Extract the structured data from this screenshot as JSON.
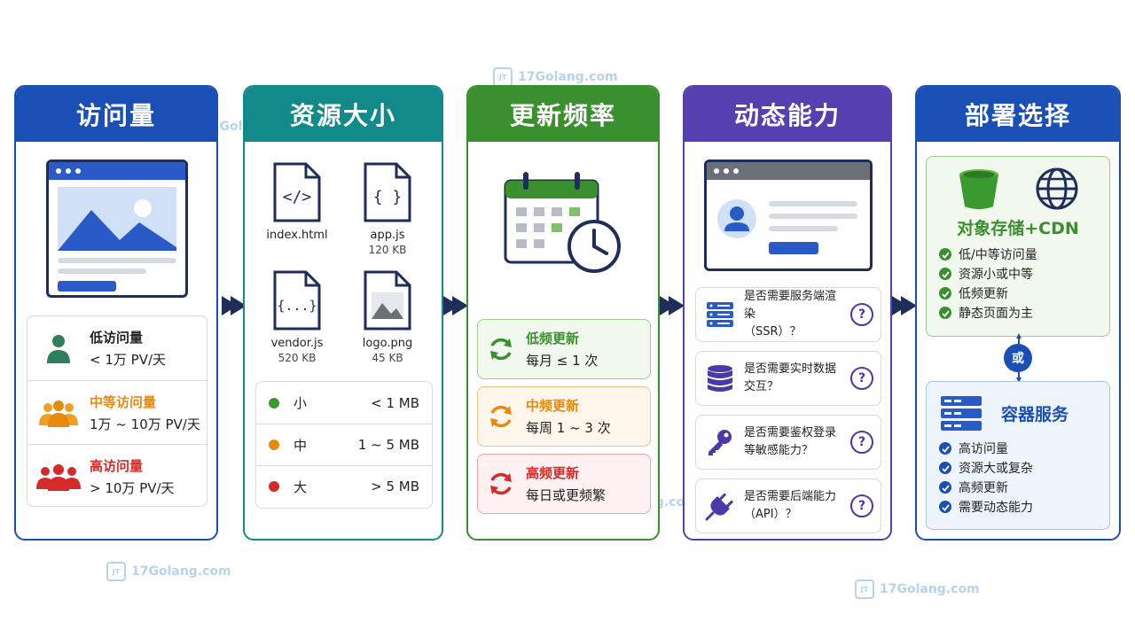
{
  "colors": {
    "blue": "#1a4fb5",
    "teal": "#138a8a",
    "green": "#3a8f2e",
    "purple": "#5440b0",
    "arrow": "#1e2d5a",
    "low": "#2e7d5b",
    "mid": "#e88a10",
    "high": "#d42a2a"
  },
  "watermark": "17Golang.com",
  "watermark_logo": "JT",
  "traffic": {
    "title": "访问量",
    "items": [
      {
        "label": "低访问量",
        "value": "< 1万 PV/天",
        "icon": "person-icon"
      },
      {
        "label": "中等访问量",
        "value": "1万 ~ 10万 PV/天",
        "icon": "people-icon"
      },
      {
        "label": "高访问量",
        "value": "> 10万 PV/天",
        "icon": "crowd-icon"
      }
    ]
  },
  "size": {
    "title": "资源大小",
    "files": [
      {
        "name": "index.html",
        "size": "",
        "glyph": "</>"
      },
      {
        "name": "app.js",
        "size": "120 KB",
        "glyph": "{ }"
      },
      {
        "name": "vendor.js",
        "size": "520 KB",
        "glyph": "{...}"
      },
      {
        "name": "logo.png",
        "size": "45 KB",
        "glyph": ""
      }
    ],
    "levels": [
      {
        "label": "小",
        "range": "< 1 MB",
        "color": "#3a9a2e"
      },
      {
        "label": "中",
        "range": "1 ~ 5 MB",
        "color": "#e88a10"
      },
      {
        "label": "大",
        "range": "> 5 MB",
        "color": "#d42a2a"
      }
    ]
  },
  "frequency": {
    "title": "更新频率",
    "items": [
      {
        "label": "低频更新",
        "value": "每月 ≤ 1 次",
        "color": "#3a8f2e",
        "bg": "#f1f8ee",
        "border": "#9ccf8c"
      },
      {
        "label": "中频更新",
        "value": "每周 1 ~ 3 次",
        "color": "#e88a10",
        "bg": "#fff7ec",
        "border": "#f1c27a"
      },
      {
        "label": "高频更新",
        "value": "每日或更频繁",
        "color": "#d42a2a",
        "bg": "#fff1f1",
        "border": "#eea3a3"
      }
    ]
  },
  "dynamic": {
    "title": "动态能力",
    "questions": [
      {
        "text_1": "是否需要服务端渲染",
        "text_2": "（SSR）？",
        "icon": "server-icon"
      },
      {
        "text_1": "是否需要实时数据",
        "text_2": "交互？",
        "icon": "database-icon"
      },
      {
        "text_1": "是否需要鉴权登录",
        "text_2": "等敏感能力？",
        "icon": "key-icon"
      },
      {
        "text_1": "是否需要后端能力",
        "text_2": "（API）？",
        "icon": "plug-icon"
      }
    ],
    "qmark": "?"
  },
  "deploy": {
    "title": "部署选择",
    "or": "或",
    "storage": {
      "title": "对象存储+CDN",
      "items": [
        "低/中等访问量",
        "资源小或中等",
        "低频更新",
        "静态页面为主"
      ]
    },
    "container": {
      "title": "容器服务",
      "items": [
        "高访问量",
        "资源大或复杂",
        "高频更新",
        "需要动态能力"
      ]
    }
  }
}
